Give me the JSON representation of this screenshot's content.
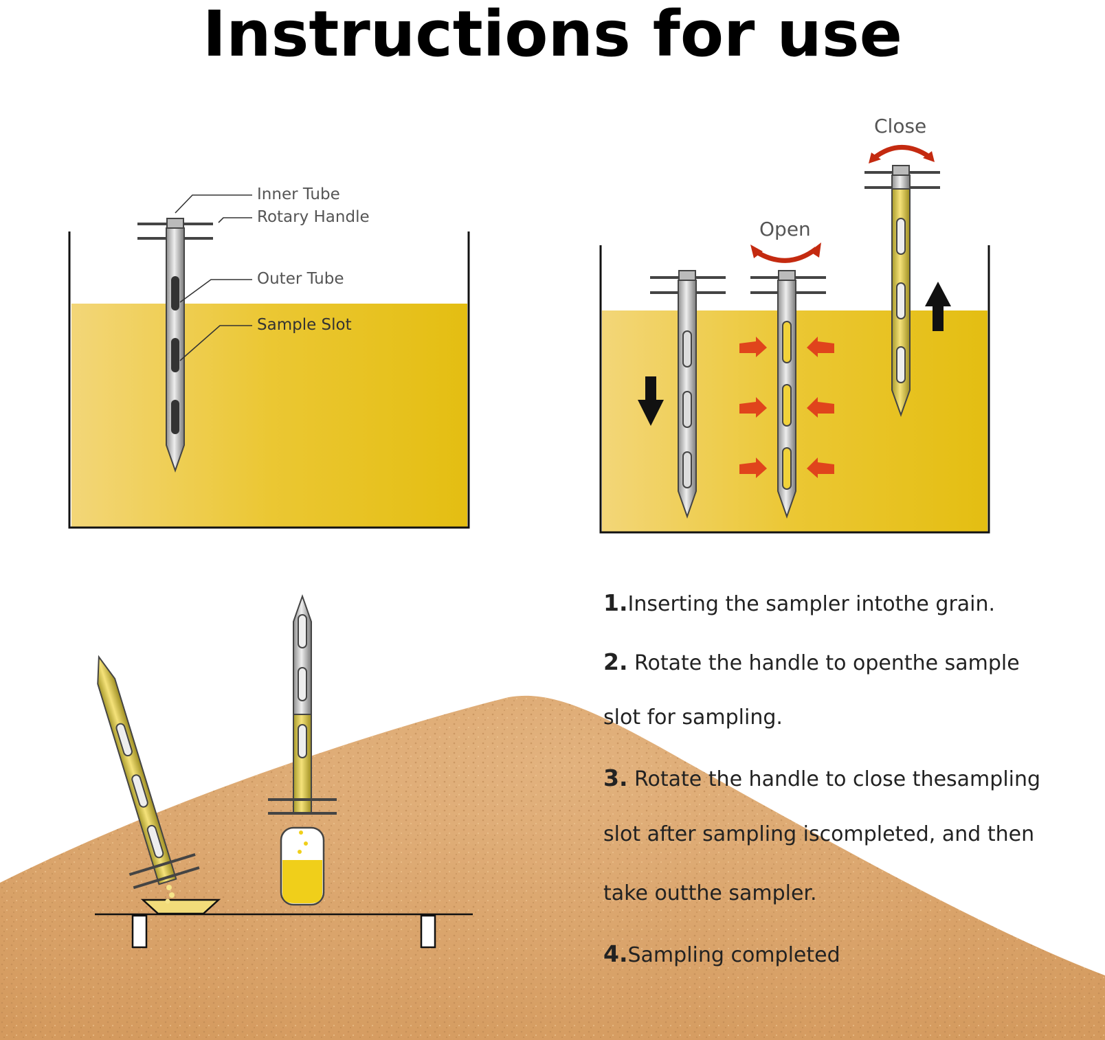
{
  "title": "Instructions for use",
  "diagram_labels": {
    "inner_tube": "Inner Tube",
    "rotary_handle": "Rotary Handle",
    "outer_tube": "Outer Tube",
    "sample_slot": "Sample Slot",
    "open": "Open",
    "close": "Close"
  },
  "steps": [
    {
      "num": "1.",
      "lines": [
        "Inserting the sampler intothe grain."
      ]
    },
    {
      "num": "2.",
      "lines": [
        " Rotate the handle to openthe sample",
        "slot for sampling."
      ]
    },
    {
      "num": "3.",
      "lines": [
        " Rotate the handle to close thesampling",
        "slot after sampling iscompleted, and then",
        "take outthe sampler."
      ]
    },
    {
      "num": "4.",
      "lines": [
        "Sampling completed"
      ]
    }
  ],
  "colors": {
    "grain_yellow": "#e8c31a",
    "grain_pile": "#d9a46b",
    "arrow_red": "#e0441c",
    "line_black": "#111111"
  }
}
